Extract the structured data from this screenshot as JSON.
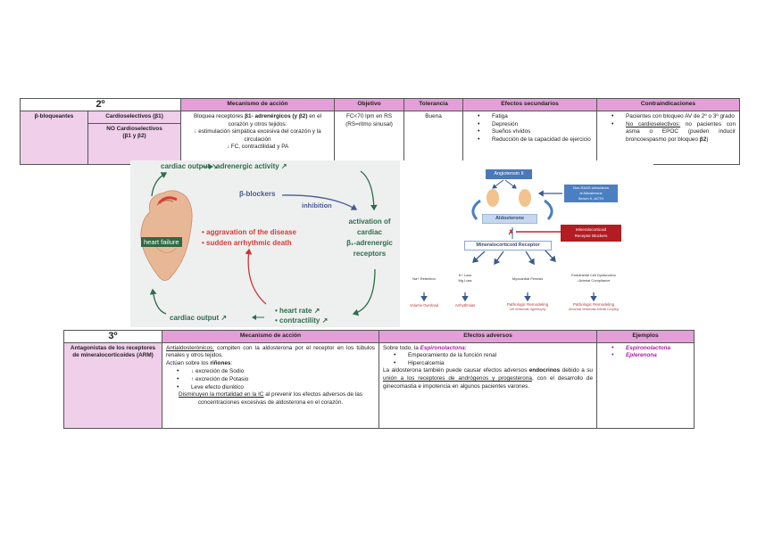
{
  "table1": {
    "grade": "2º",
    "headers": [
      "Mecanismo de acción",
      "Objetivo",
      "Tolerancia",
      "Efectos secundarios",
      "Contraindicaciones"
    ],
    "drug_class": "β-bloqueantes",
    "subtype_1": "Cardioselectivos (β1)",
    "subtype_2_line1": "NO Cardioselectivos",
    "subtype_2_line2": "(β1 y β2)",
    "mechanism": {
      "l1_pre": "Bloquea receptores ",
      "l1_bold": "β1- adrenérgicos (y β2)",
      "l1_post": " en el corazón y otros tejidos:",
      "l2": "↓ estimulación simpática excesiva del corazón y la circulación",
      "l3": "↓ FC, contractilidad y PA"
    },
    "objective_l1": "FC<70 lpm en RS",
    "objective_l2": "(RS=ritmo sinusal)",
    "tolerance": "Buena",
    "side_effects": [
      "Fatiga",
      "Depresión",
      "Sueños vívidos",
      "Reducción de la capacidad de ejercicio"
    ],
    "contraindications": {
      "item1": "Pacientes con bloqueo AV de 2º o 3º grado",
      "item2_underlined": "No cardioselectivos:",
      "item2_rest": " no pacientes con asma o EPOC (pueden inducir broncoespasmo por bloqueo ",
      "item2_bold": "β2",
      "item2_end": ")"
    }
  },
  "figure_left": {
    "top_left": "cardiac output ↘",
    "top_right": "adrenergic activity ↗",
    "blocker": "β-blockers",
    "inhibition": "inhibition",
    "right_l1": "activation of",
    "right_l2": "cardiac",
    "right_l3": "β₁-adrenergic",
    "right_l4": "receptors",
    "red_l1": "• aggravation of the disease",
    "red_l2": "• sudden arrhythmic death",
    "heart_label": "heart failure",
    "bottom_left": "cardiac output ↗",
    "bottom_r1": "• heart rate ↗",
    "bottom_r2": "• contractility ↗"
  },
  "figure_right": {
    "angiotensin": "Angiotensin II",
    "non_raas_l1": "Non-RAAS stimulators",
    "non_raas_l2": "of Aldosterone",
    "non_raas_l3": "Serum K, ACTH",
    "aldosterone": "Aldosterone",
    "blockers_l1": "Mineralocorticoid",
    "blockers_l2": "Receptor Blockers",
    "receptor": "Mineralocorticoid Receptor",
    "effects": [
      {
        "cause": "Na+ Retention",
        "cause2": "",
        "result": "Volume Overload",
        "result2": ""
      },
      {
        "cause": "K+ Loss",
        "cause2": "Mg Loss",
        "result": "Arrhythmias",
        "result2": ""
      },
      {
        "cause": "Myocardial Fibrosis",
        "cause2": "",
        "result": "Pathologic Remodeling",
        "result2": "Left Ventricular Hypertrophy"
      },
      {
        "cause": "Endothelial Cell Dysfunction",
        "cause2": "↓Arterial Compliance",
        "result": "Pathologic Remodeling",
        "result2": "Abnormal Ventricular-Arterial Coupling"
      }
    ]
  },
  "table2": {
    "grade": "3º",
    "headers": [
      "Mecanismo de acción",
      "Efectos adversos",
      "Ejemplos"
    ],
    "drug_class": "Antagonistas de los receptores de mineralocorticoides (ARM)",
    "mechanism": {
      "intro_u": "Antialdosterónicos:",
      "intro": " compiten con la aldosterona por el receptor en los túbulos renales y otros tejidos.",
      "act_pre": "Actúan sobre los ",
      "act_bold": "riñones",
      "act_post": ":",
      "bullets": [
        "↓ excreción de Sodio",
        "↑ excreción de Potasio",
        "Leve efecto diurético"
      ],
      "outro_u": "Disminuyen la mortalidad en la IC",
      "outro": " al prevenir los efectos adversos de las concentraciones excesivas de aldosterona en el corazón."
    },
    "adverse": {
      "intro_pre": "Sobre todo, la ",
      "intro_drug": "Espironolactona:",
      "bullets": [
        "Empeoramiento de la función renal",
        "Hipercalcemia"
      ],
      "p_pre": "La aldosterona también puede causar efectos adversos ",
      "p_bold": "endocrinos",
      "p_mid": " debido a su ",
      "p_u": "unión a los receptores de andrógenos y progesterona",
      "p_post": ", con el desarrollo de ginecomastia e impotencia en algunos pacientes varones."
    },
    "examples": [
      "Espironolactona",
      "Eplerenona"
    ]
  }
}
